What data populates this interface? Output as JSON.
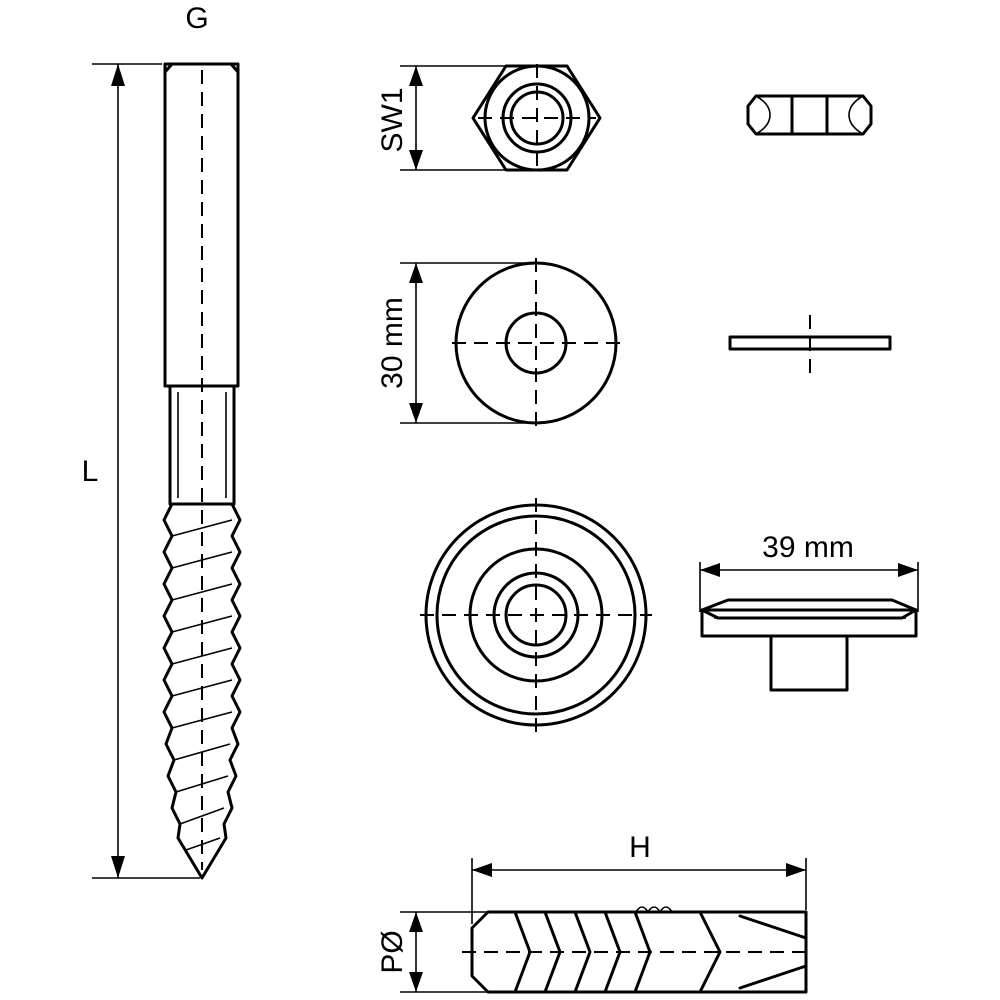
{
  "labels": {
    "thread_diameter": "G",
    "length": "L",
    "nut_width": "SW1",
    "washer_diameter": "30 mm",
    "rosette_diameter": "39 mm",
    "dowel_length": "H",
    "dowel_diameter": "PØ"
  },
  "colors": {
    "line": "#000000",
    "background": "#ffffff"
  }
}
